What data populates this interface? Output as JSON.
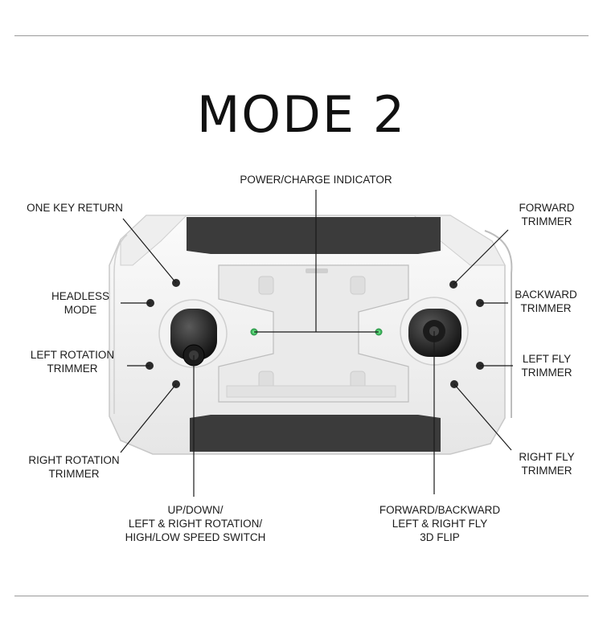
{
  "title": "MODE 2",
  "labels": {
    "power": "POWER/CHARGE INDICATOR",
    "one_key_return": "ONE KEY RETURN",
    "headless": "HEADLESS\nMODE",
    "left_rotation": "LEFT ROTATION\nTRIMMER",
    "right_rotation": "RIGHT ROTATION\nTRIMMER",
    "forward_trimmer": "FORWARD\nTRIMMER",
    "backward_trimmer": "BACKWARD\nTRIMMER",
    "left_fly": "LEFT FLY\nTRIMMER",
    "right_fly": "RIGHT FLY\nTRIMMER",
    "left_stick": "UP/DOWN/\nLEFT & RIGHT ROTATION/\nHIGH/LOW SPEED SWITCH",
    "right_stick": "FORWARD/BACKWARD\nLEFT & RIGHT FLY\n3D FLIP"
  },
  "colors": {
    "body": "#f4f4f4",
    "body_shade": "#dcdcdc",
    "dark_panel": "#3b3b3b",
    "indicator": "#1e8a3c",
    "line": "#1a1a1a"
  }
}
